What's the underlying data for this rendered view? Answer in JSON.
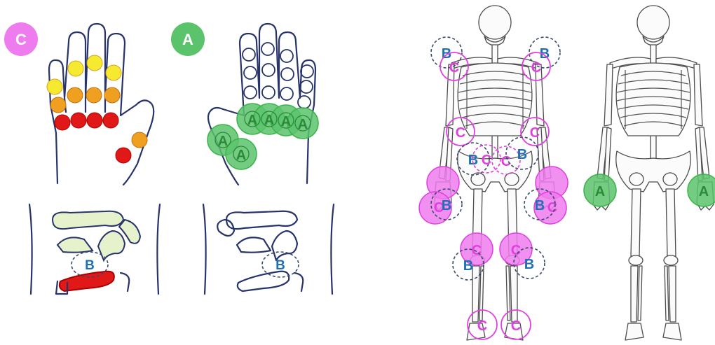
{
  "labels": {
    "legend_c": "C",
    "legend_a": "A",
    "hand_c_b": "B",
    "hand_a_b": "B",
    "finger_a": "A",
    "letter_b": "B",
    "letter_c": "C",
    "letter_a": "A"
  },
  "colors": {
    "c_magenta": "#e040e0",
    "c_fill": "#ee7cee",
    "a_green": "#3bb54a",
    "a_fill": "#5cc36d",
    "b_blue": "#1f6fb5",
    "b_dash": "#3a4a6a",
    "red": "#e01818",
    "orange": "#f0a020",
    "yellow": "#f5ea30",
    "wrist_fill": "#e6f2cc",
    "outline": "#27336b"
  },
  "icons": [
    "hand-outline-icon",
    "wrist-bones-icon",
    "skeleton-back-icon",
    "skeleton-front-icon"
  ]
}
